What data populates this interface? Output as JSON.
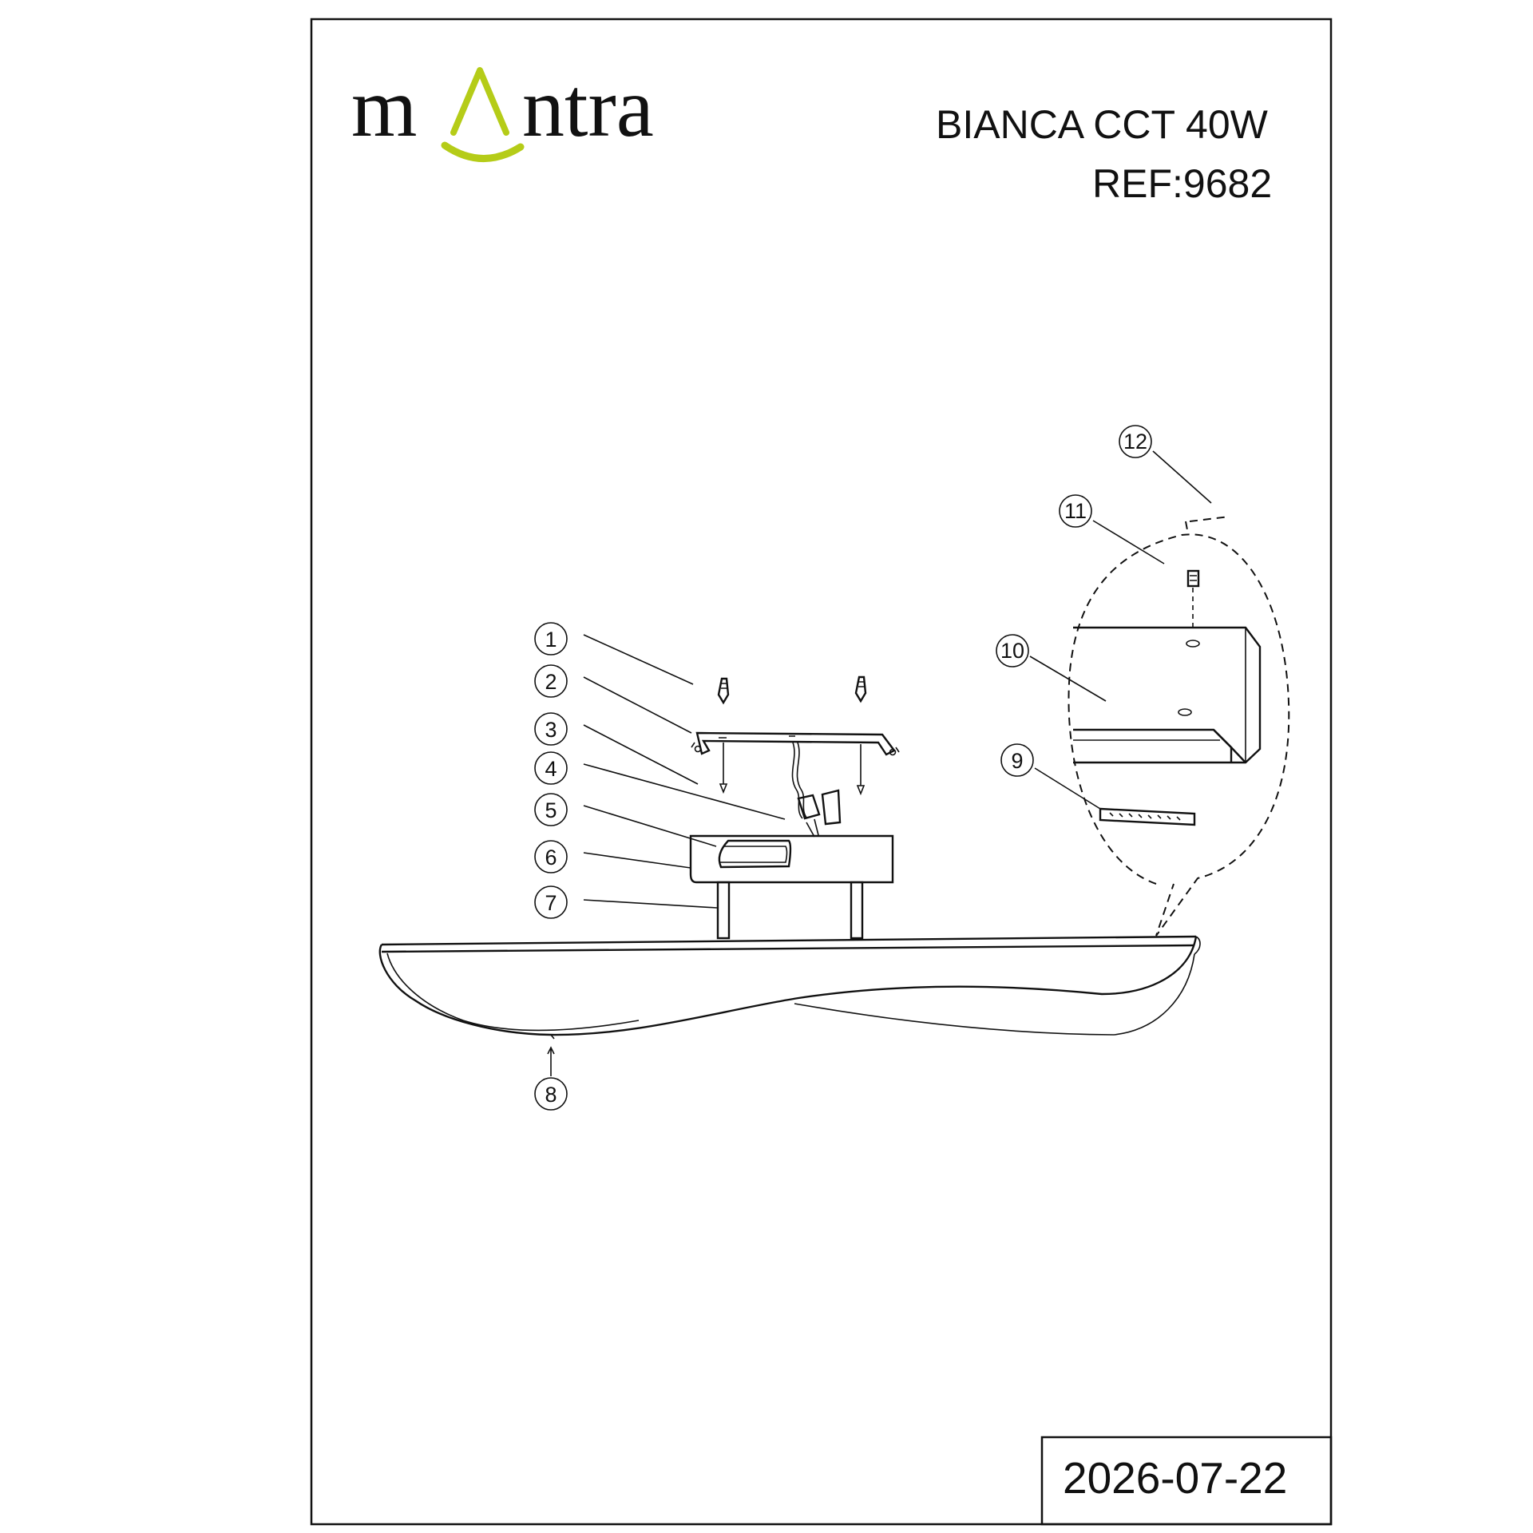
{
  "header": {
    "logo_text": "mʌntra",
    "logo_accent_color": "#b5cc18",
    "product_name": "BIANCA CCT 40W",
    "reference": "REF:9682"
  },
  "footer": {
    "date": "2026-07-22"
  },
  "callouts": {
    "c1": "1",
    "c2": "2",
    "c3": "3",
    "c4": "4",
    "c5": "5",
    "c6": "6",
    "c7": "7",
    "c8": "8",
    "c9": "9",
    "c10": "10",
    "c11": "11",
    "c12": "12"
  }
}
